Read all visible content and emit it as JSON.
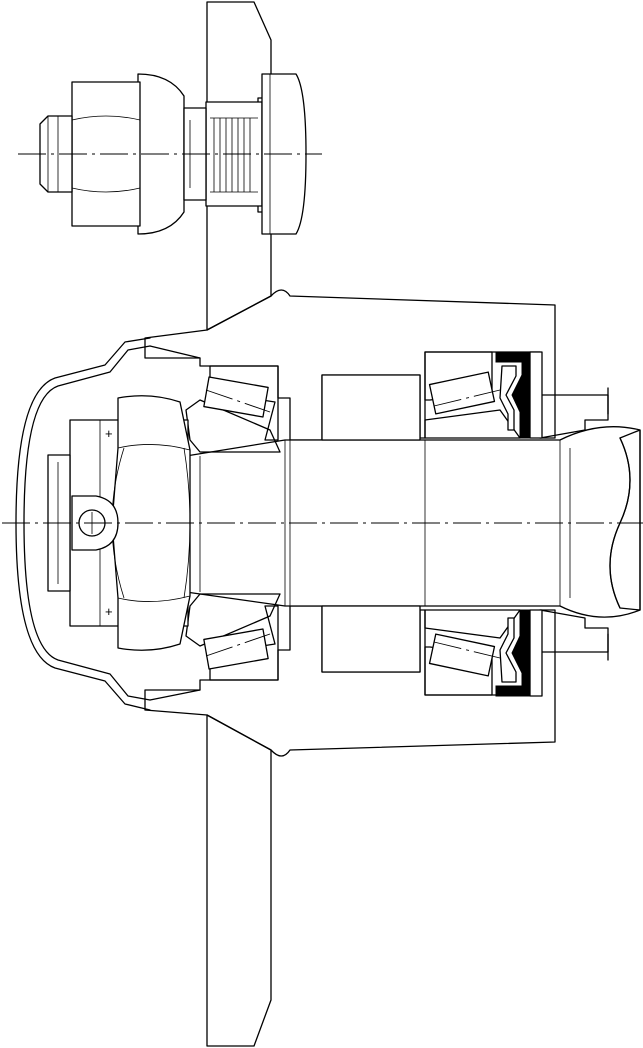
{
  "drawing": {
    "kind": "mechanical-section",
    "colors": {
      "line": "#000000",
      "background": "#ffffff",
      "seal": "#000000"
    },
    "parts": [
      "wheel-disc",
      "wheel-nut",
      "wheel-stud",
      "hub",
      "hub-cap",
      "axle-nut",
      "split-pin",
      "inner-tapered-roller-bearing",
      "outer-tapered-roller-bearing",
      "spacer-sleeve",
      "oil-seal",
      "stub-axle"
    ]
  }
}
